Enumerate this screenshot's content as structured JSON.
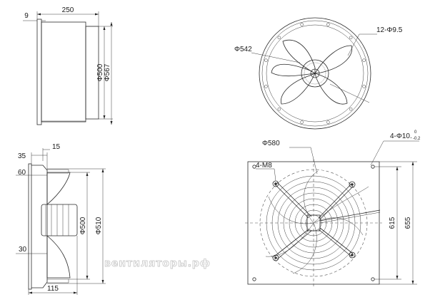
{
  "top_left_view": {
    "dim_flange": "9",
    "dim_depth": "250",
    "dim_inner_dia": "Φ500",
    "dim_outer_dia": "Φ567"
  },
  "top_right_view": {
    "dim_dia": "Φ542",
    "dim_holes": "12-Φ9.5"
  },
  "bottom_left_view": {
    "dim_35": "35",
    "dim_15": "15",
    "dim_60": "60",
    "dim_30": "30",
    "dim_115": "115",
    "dim_dia500": "Φ500",
    "dim_dia510": "Φ510"
  },
  "bottom_right_view": {
    "dim_dia580": "Φ580",
    "dim_m8": "4-M8",
    "dim_holes_main": "4-Φ10.",
    "dim_tol_upper": "0",
    "dim_tol_lower": "-0.2",
    "dim_615": "615",
    "dim_655": "655"
  },
  "watermark": "вентиляторы.рф"
}
